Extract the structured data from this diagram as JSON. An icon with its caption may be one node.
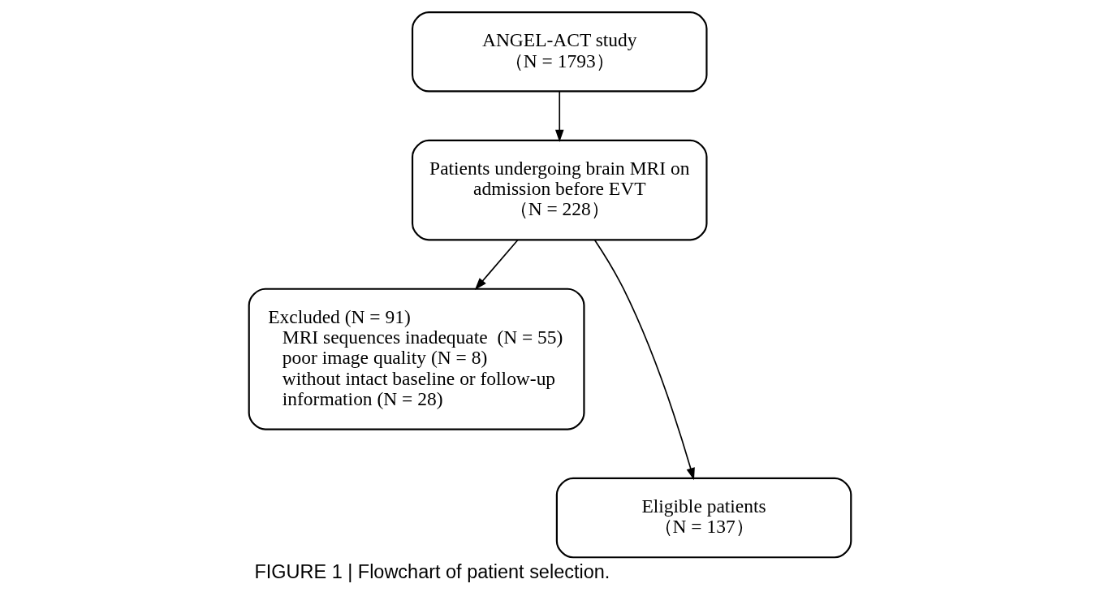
{
  "diagram": {
    "caption": "FIGURE 1 | Flowchart of patient selection.",
    "nodes": [
      {
        "text": [
          "ANGEL-ACT study",
          "（N = 1793）"
        ]
      },
      {
        "text": [
          "Patients undergoing brain MRI on admission before EVT",
          "（N = 228）"
        ]
      },
      {
        "text": [
          "Excluded (N = 91)",
          "MRI sequences inadequate  (N = 55)",
          "poor image quality (N = 8)",
          "without intact baseline or follow-up information (N = 28)"
        ]
      },
      {
        "text": [
          "Eligible patients",
          "（N = 137）"
        ]
      }
    ],
    "edges": [
      {
        "from": 0,
        "to": 1,
        "arrow": "to"
      },
      {
        "from": 1,
        "to": 2,
        "arrow": "to"
      },
      {
        "from": 1,
        "to": 3,
        "arrow": "to"
      }
    ]
  }
}
